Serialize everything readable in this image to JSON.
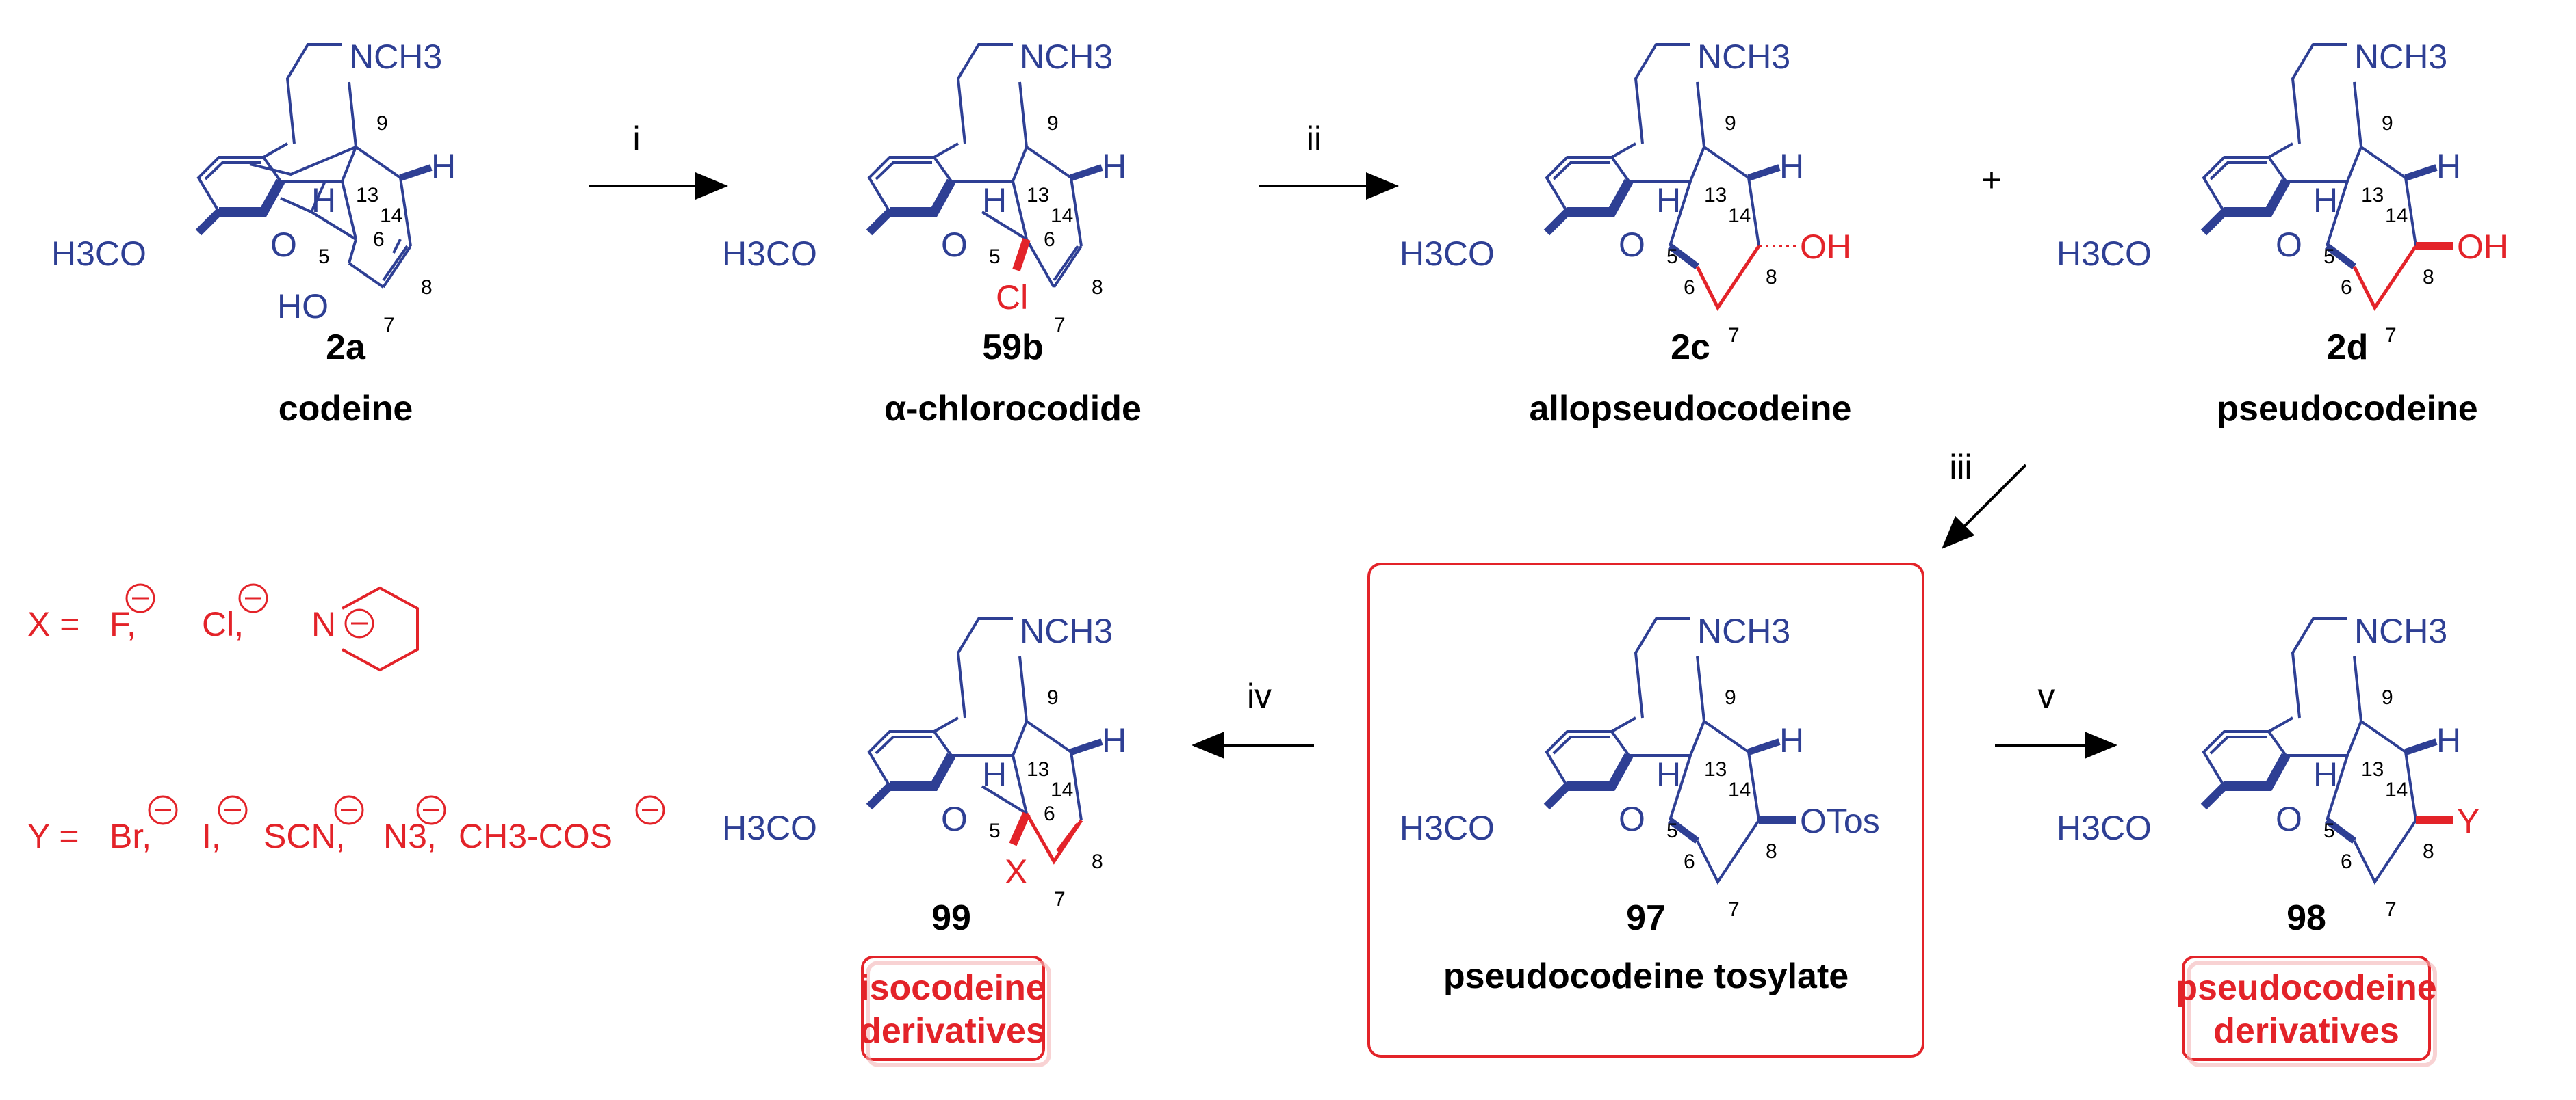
{
  "colors": {
    "structure": "#2e3f94",
    "highlight": "#e32329",
    "text": "#000000"
  },
  "compounds": {
    "codeine": {
      "number": "2a",
      "name": "codeine",
      "substituent": "HO"
    },
    "chlorocodide": {
      "number": "59b",
      "name": "α-chlorocodide",
      "substituent": "Cl"
    },
    "allopseudocodeine": {
      "number": "2c",
      "name": "allopseudocodeine",
      "substituent": "OH"
    },
    "pseudocodeine": {
      "number": "2d",
      "name": "pseudocodeine",
      "substituent": "OH"
    },
    "tosylate": {
      "number": "97",
      "name": "pseudocodeine tosylate",
      "substituent": "OTos"
    },
    "isocodeine_deriv": {
      "number": "99",
      "box_line1": "isocodeine",
      "box_line2": "derivatives",
      "substituent": "X"
    },
    "pseudocodeine_deriv": {
      "number": "98",
      "box_line1": "pseudocodeine",
      "box_line2": "derivatives",
      "substituent": "Y"
    }
  },
  "common": {
    "nme": "NCH3",
    "h": "H",
    "o": "O",
    "methoxy": "H3CO",
    "pos5": "5",
    "pos6": "6",
    "pos7": "7",
    "pos8": "8",
    "pos9": "9",
    "pos13": "13",
    "pos14": "14"
  },
  "reagents": {
    "i": "i",
    "ii": "ii",
    "iii": "iii",
    "iv": "iv",
    "v": "v"
  },
  "plus": "+",
  "x_definition": {
    "label": "X =",
    "ions": [
      "F,",
      "Cl,",
      "N"
    ]
  },
  "y_definition": {
    "label": "Y =",
    "ions": [
      "Br,",
      "I,",
      "SCN,",
      "N3,",
      "CH3-COS"
    ]
  }
}
